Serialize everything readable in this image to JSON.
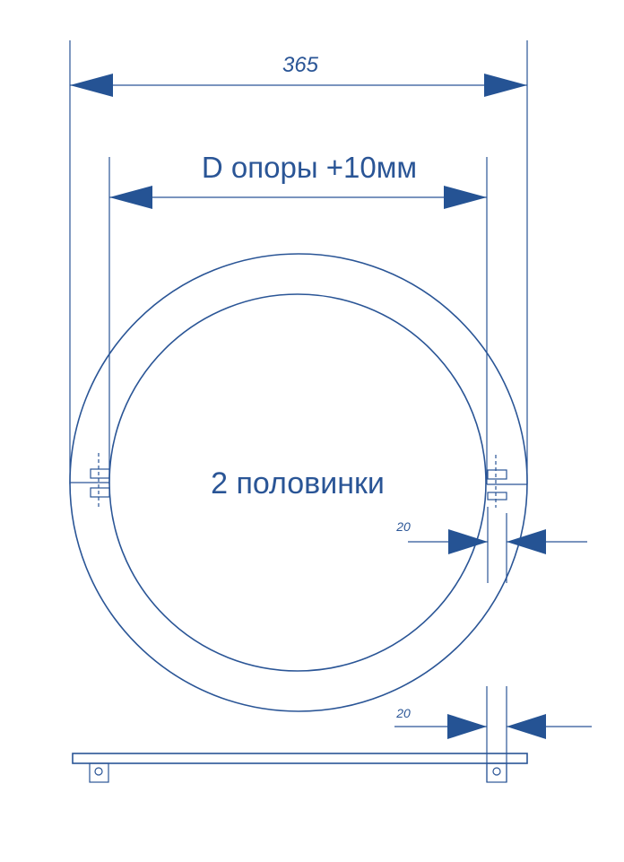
{
  "drawing": {
    "overall_dimension": "365",
    "inner_dimension_label": "D опоры +10мм",
    "center_label": "2 половинки",
    "ring_width_dimension": "20",
    "bar_width_dimension": "20",
    "line_color": "#2a5596"
  }
}
